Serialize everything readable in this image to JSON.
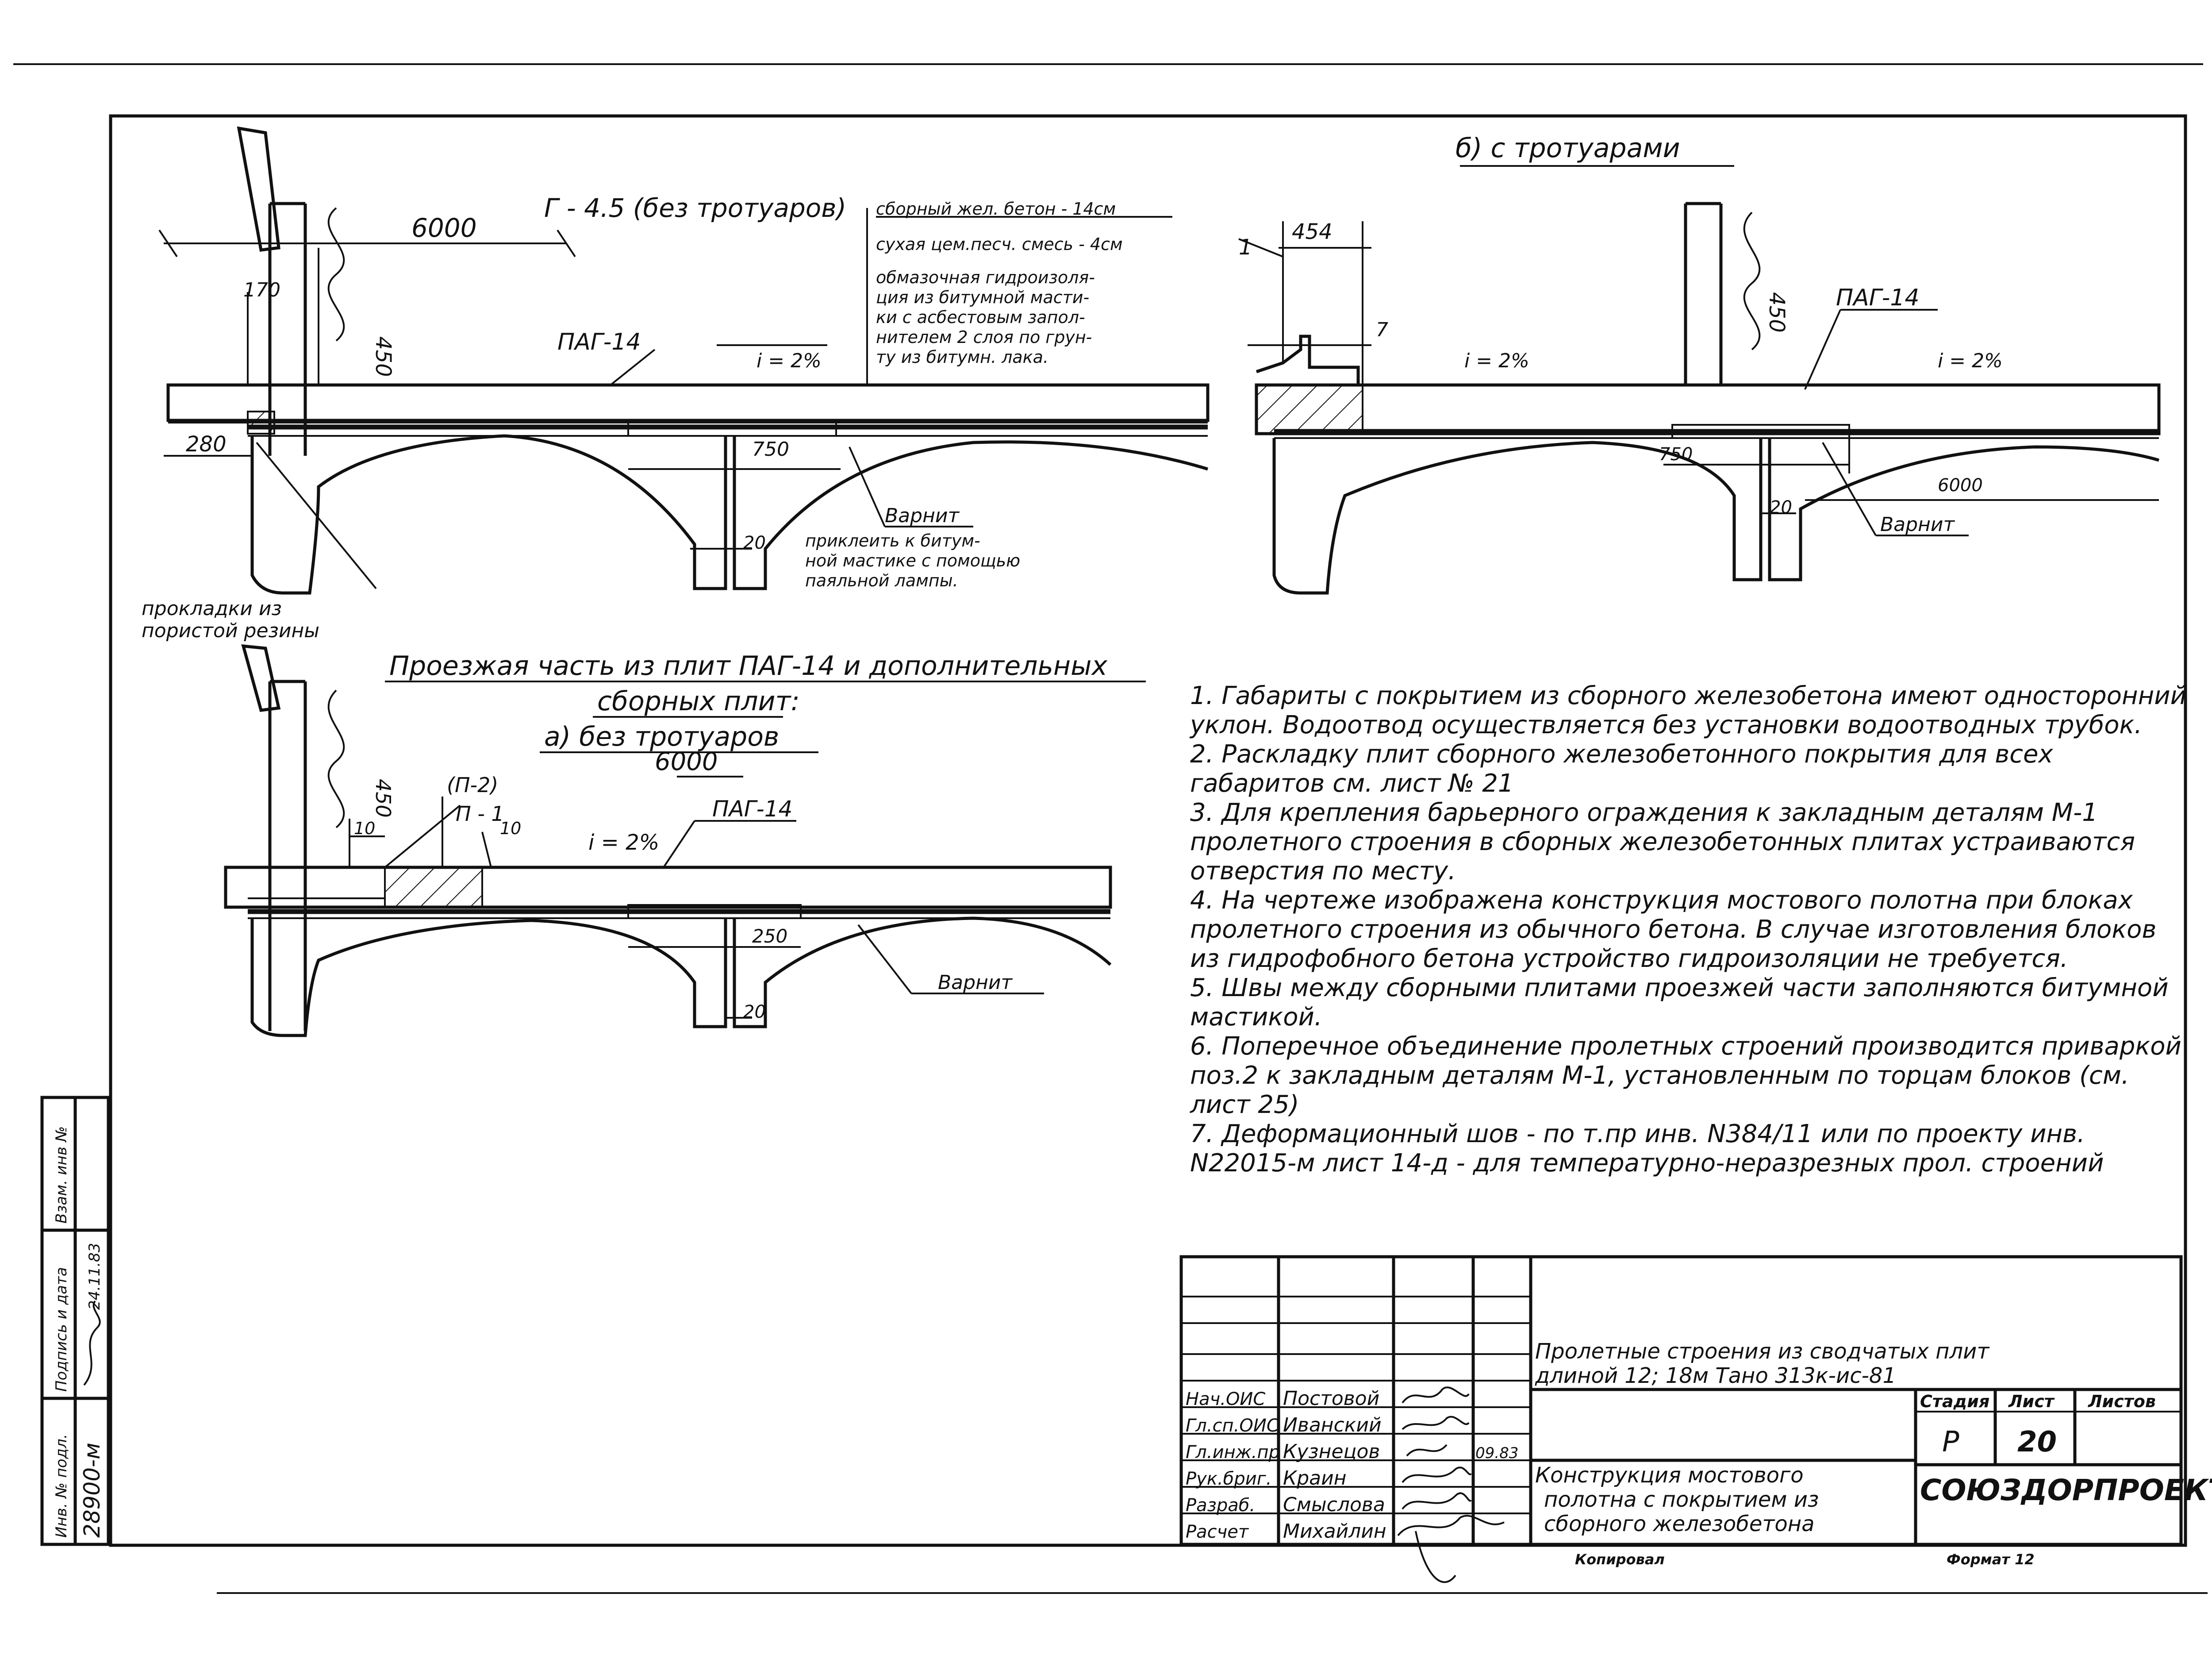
{
  "section_b": {
    "title": "б) с тротуарами",
    "dim_454": "454",
    "dim_7": "7",
    "dim_450": "450",
    "slope_left": "i = 2%",
    "slope_right": "i = 2%",
    "plate": "ПАГ-14",
    "dim_750": "750",
    "dim_6000": "6000",
    "dim_20": "20",
    "varnish": "Варнит",
    "leader_1": "1"
  },
  "section_g": {
    "title": "Г - 4.5 (без тротуаров)",
    "dim_6000": "6000",
    "dim_170": "170",
    "dim_450": "450",
    "dim_280": "280",
    "plate": "ПАГ-14",
    "slope": "i = 2%",
    "dim_750": "750",
    "dim_20": "20",
    "layers": [
      "сборный жел. бетон - 14см",
      "сухая цем.песч. смесь - 4см",
      "обмазочная гидроизоля-",
      "ция из битумной масти-",
      "ки с асбестовым запол-",
      "нителем 2 слоя по грун-",
      "ту из битумн. лака."
    ],
    "varnish_lines": [
      "Варнит",
      "приклеить к битум-",
      "ной мастике с помощью",
      "паяльной лампы."
    ],
    "gasket_lines": [
      "прокладки из",
      "пористой резины"
    ]
  },
  "section_a": {
    "heading_line1": "Проезжая часть из плит ПАГ-14 и дополнительных",
    "heading_line2": "сборных плит:",
    "subtitle": "а) без тротуаров",
    "dim_6000": "6000",
    "dim_450": "450",
    "p2": "(П-2)",
    "p1": "П - 1",
    "dim_10a": "10",
    "dim_10b": "10",
    "slope": "i = 2%",
    "plate": "ПАГ-14",
    "dim_250": "250",
    "dim_20": "20",
    "varnish": "Варнит"
  },
  "notes": [
    "1. Габариты с покрытием из сборного железобетона имеют односторонний уклон. Водоотвод осуществляется без установки водоотводных трубок.",
    "2. Раскладку плит сборного железобетонного покрытия для всех габаритов см. лист № 21",
    "3. Для крепления барьерного ограждения к закладным деталям М-1 пролетного строения в сборных железобетонных плитах устраиваются отверстия по месту.",
    "4. На чертеже изображена конструкция мостового полотна при блоках пролетного строения из обычного бетона. В случае изготовления блоков из гидрофобного бетона устройство гидроизоляции не требуется.",
    "5. Швы между сборными плитами проезжей части заполняются битумной мастикой.",
    "6. Поперечное объединение пролетных строений производится приваркой поз.2 к закладным деталям М-1, установленным по торцам блоков (см. лист 25)",
    "7. Деформационный шов - по т.пр инв. N384/11 или по проекту инв. N22015-м лист 14-д - для температурно-неразрезных прол. строений"
  ],
  "title_block": {
    "project_line1": "Пролетные строения из сводчатых плит",
    "project_line2": "длиной 12; 18м Тано 313к-ис-81",
    "roles": [
      "Нач.ОИС",
      "Гл.сп.ОИС",
      "Гл.инж.пр",
      "Рук.бриг.",
      "Разраб.",
      "Расчет"
    ],
    "names": [
      "Постовой",
      "Иванский",
      "Кузнецов",
      "Краин",
      "Смыслова",
      "Михайлин"
    ],
    "date": "09.83",
    "stage_label": "Стадия",
    "sheet_label": "Лист",
    "sheets_label": "Листов",
    "stage_value": "Р",
    "sheet_value": "20",
    "sheet_title_line1": "Конструкция мостового",
    "sheet_title_line2": "полотна с покрытием из",
    "sheet_title_line3": "сборного железобетона",
    "organization": "СОЮЗДОРПРОЕКТ",
    "copied": "Копировал",
    "format": "Формат 12"
  },
  "side_stamp": {
    "inv_label": "Инв. № подл.",
    "inv_value": "28900-м",
    "sign_label": "Подпись и дата",
    "date_value": "24.11.83",
    "replace_label": "Взам. инв №"
  }
}
